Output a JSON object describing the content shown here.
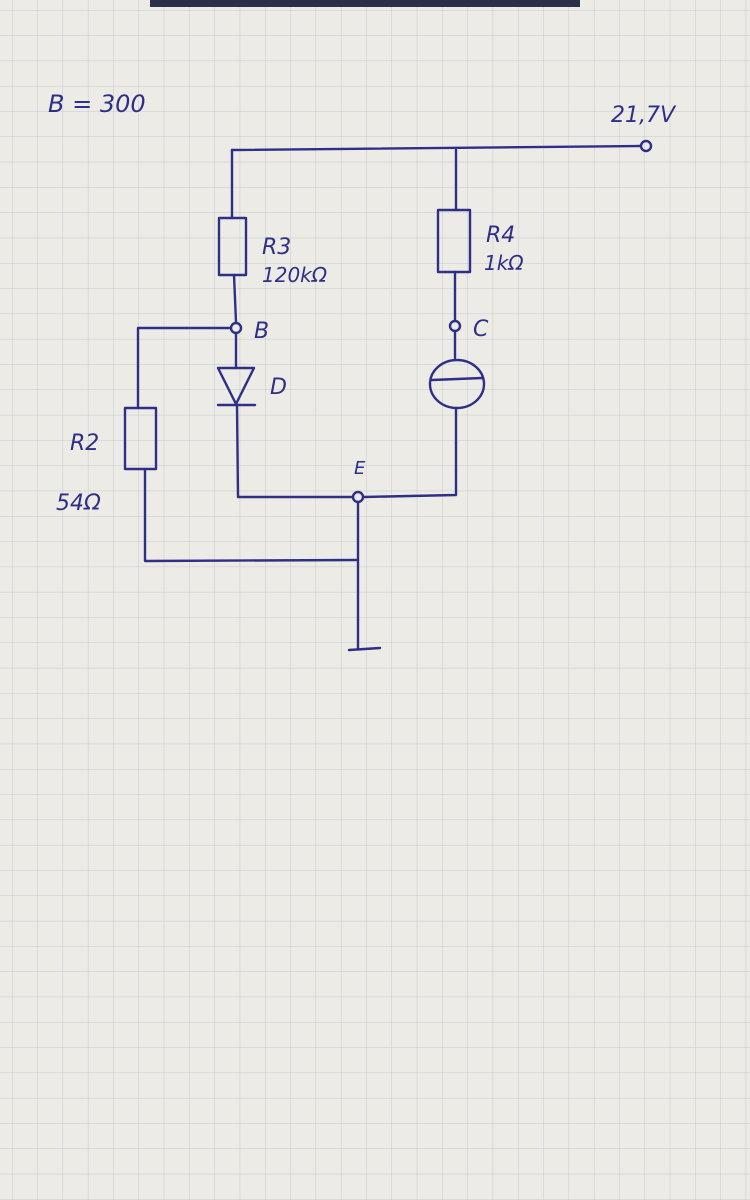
{
  "labels": {
    "beta": "B = 300",
    "supply": "21,7V",
    "r3_name": "R3",
    "r3_value": "120kΩ",
    "r4_name": "R4",
    "r4_value": "1kΩ",
    "r2_name": "R2",
    "r2_value": "54Ω",
    "node_b": "B",
    "node_c": "C",
    "node_e": "E",
    "diode_name": "D"
  },
  "colors": {
    "ink": "#2e2f86",
    "paper": "#ecebe6",
    "grid": "#c6c9cc"
  }
}
